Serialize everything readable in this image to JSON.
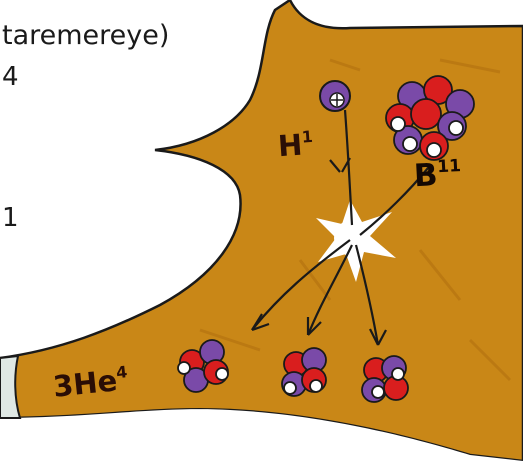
{
  "speech_bubble": {
    "line1": "taremereye)",
    "line2": "4",
    "line3": "1"
  },
  "labels": {
    "hydrogen": {
      "symbol": "H",
      "mass": "1"
    },
    "boron": {
      "symbol": "B",
      "mass": "11"
    },
    "helium": {
      "count": "3",
      "symbol": "He",
      "mass": "4"
    }
  },
  "colors": {
    "background": "#c98717",
    "proton": "#d91e1e",
    "neutron": "#7a4aa8",
    "flash": "#ffffff",
    "outline": "#1a1a1a"
  }
}
